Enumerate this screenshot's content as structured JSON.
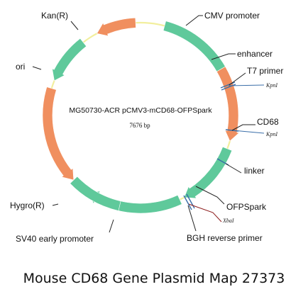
{
  "plasmid": {
    "name": "MG50730-ACR pCMV3-mCD68-OFPSpark",
    "size": "7676 bp",
    "backbone_color": "#f2ef9e",
    "features": [
      {
        "label": "CMV promoter",
        "start": 15,
        "end": 60,
        "color": "#5fc99b"
      },
      {
        "label": "enhancer",
        "start": 60,
        "end": 106,
        "color": "#f08f5f"
      },
      {
        "label": "CD68",
        "start": 111,
        "end": 152,
        "color": "#5fc99b"
      },
      {
        "label": "OFPSpark",
        "start": 155,
        "end": 214,
        "color": "#5fc99b"
      },
      {
        "label": "SV40 early promoter",
        "start": 193,
        "end": 226,
        "color": "#5fc99b"
      },
      {
        "label": "Hygro(R)",
        "start": 226,
        "end": 287,
        "color": "#f08f5f"
      },
      {
        "label": "ori",
        "start": 292,
        "end": 322,
        "color": "#5fc99b"
      },
      {
        "label": "Kan(R)",
        "start": 332,
        "end": 357,
        "color": "#f08f5f"
      }
    ],
    "labels": {
      "cmv_promoter": "CMV promoter",
      "enhancer": "enhancer",
      "t7_primer": "T7 primer",
      "cd68": "CD68",
      "linker": "linker",
      "ofpspark": "OFPSpark",
      "bgh_reverse_primer": "BGH reverse primer",
      "sv40": "SV40 early promoter",
      "hygro": "Hygro(R)",
      "ori": "ori",
      "kan": "Kan(R)"
    },
    "sites": [
      {
        "label": "KpnI"
      },
      {
        "label": "KpnI"
      },
      {
        "label": "XbaI"
      }
    ],
    "site_color": "#3a6ea8",
    "xbai_color": "#8b1a1a"
  },
  "caption": "Mouse CD68 Gene Plasmid Map 27373"
}
